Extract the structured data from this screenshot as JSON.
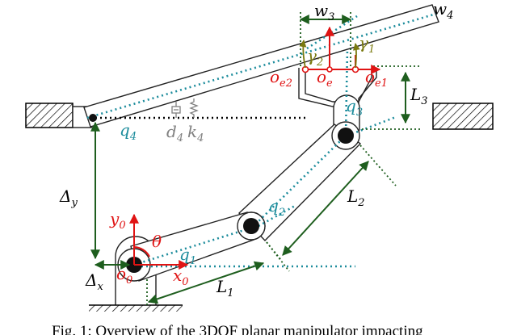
{
  "colors": {
    "link_stroke": "#222222",
    "teal": "#1c8c9c",
    "green": "#1e5e1e",
    "red": "#e01414",
    "olive": "#7a7a10",
    "gray": "#808080",
    "black": "#000000"
  },
  "labels": {
    "w3": "w",
    "w3_sub": "3",
    "w4": "w",
    "w4_sub": "4",
    "gamma1": "γ",
    "gamma1_sub": "1",
    "gamma2": "γ",
    "gamma2_sub": "2",
    "oe2": "o",
    "oe2_sub": "e2",
    "oe": "o",
    "oe_sub": "e",
    "oe1": "o",
    "oe1_sub": "e1",
    "L3": "L",
    "L3_sub": "3",
    "q3": "q",
    "q3_sub": "3",
    "q4": "q",
    "q4_sub": "4",
    "d4": "d",
    "d4_sub": "4",
    "k4": "k",
    "k4_sub": "4",
    "delta_y": "Δ",
    "delta_y_sub": "y",
    "L2": "L",
    "L2_sub": "2",
    "q2": "q",
    "q2_sub": "2",
    "y0": "y",
    "y0_sub": "0",
    "theta": "θ",
    "q1": "q",
    "q1_sub": "1",
    "o0": "o",
    "o0_sub": "0",
    "x0": "x",
    "x0_sub": "0",
    "L1": "L",
    "L1_sub": "1",
    "delta_x": "Δ",
    "delta_x_sub": "x"
  },
  "caption": "Fig. 1: Overview of the 3DOF planar manipulator impacting"
}
